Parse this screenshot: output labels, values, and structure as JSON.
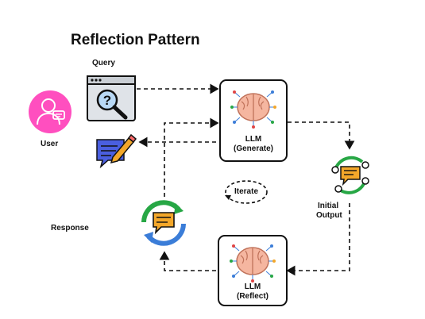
{
  "title": "Reflection Pattern",
  "labels": {
    "query": "Query",
    "user": "User",
    "response": "Response",
    "llm_generate_line1": "LLM",
    "llm_generate_line2": "(Generate)",
    "llm_reflect_line1": "LLM",
    "llm_reflect_line2": "(Reflect)",
    "initial_output_line1": "Initial",
    "initial_output_line2": "Output",
    "iterate": "Iterate"
  },
  "icons": {
    "user": "user-avatar-icon",
    "query": "search-browser-icon",
    "response_writer": "edit-message-icon",
    "llm": "brain-circuit-icon",
    "initial_output": "cycle-chat-icon",
    "response": "refresh-chat-icon",
    "iterate": "iterate-cycle-icon"
  },
  "colors": {
    "user_bg": "#ff4fbf",
    "brain": "#f5b6a0",
    "chat_bubble": "#f3a72a",
    "cycle_green": "#27a745",
    "cycle_blue": "#3b7dd8",
    "search_fill": "#b8d8f5",
    "edit_bubble": "#4a5fe0"
  }
}
